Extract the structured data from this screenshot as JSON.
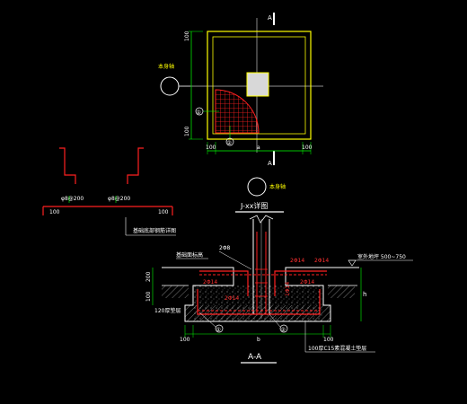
{
  "colors": {
    "background": "#000000",
    "outline": "#ffff00",
    "rebar": "#ff2020",
    "dimension": "#00ff00",
    "axis": "#c0c0c0",
    "text": "#ffffff",
    "concrete": "#ffffff"
  },
  "plan": {
    "section_mark": "A",
    "section_mark_bottom": "A",
    "dim_top_left": "100",
    "dim_bottom_left": "100",
    "dim_bottom_1": "100",
    "dim_bottom_2": "a",
    "dim_bottom_3": "100",
    "callout_1": "①",
    "callout_2": "②",
    "left_note": "本身轴",
    "right_note": "本身轴",
    "title": "J-xx详图"
  },
  "detail": {
    "bar_label_left": "φ8@200",
    "bar_label_right": "φ8@200",
    "dim_left": "100",
    "dim_right": "100",
    "note": "基础底部钢筋详图"
  },
  "section": {
    "top_left_label": "基础面标高",
    "bar_top": "2Φ8",
    "right_label": "室外地坪 500~750",
    "left_elev": "200",
    "mid_left_elev": "100",
    "base_note": "120厚垫层",
    "dim_bottom_left": "100",
    "dim_bottom_mid": "b",
    "dim_bottom_right": "100",
    "bottom_right_note": "100厚C15素混凝土垫层",
    "rebar_a": "2Φ14",
    "rebar_b": "2Φ14",
    "rebar_c": "2Φ14",
    "rebar_d": "2Φ14",
    "rebar_e": "1Φ14",
    "rebar_f": "2Φ14",
    "callout_1": "①",
    "callout_2": "②",
    "h_mark": "h",
    "title": "A-A"
  }
}
